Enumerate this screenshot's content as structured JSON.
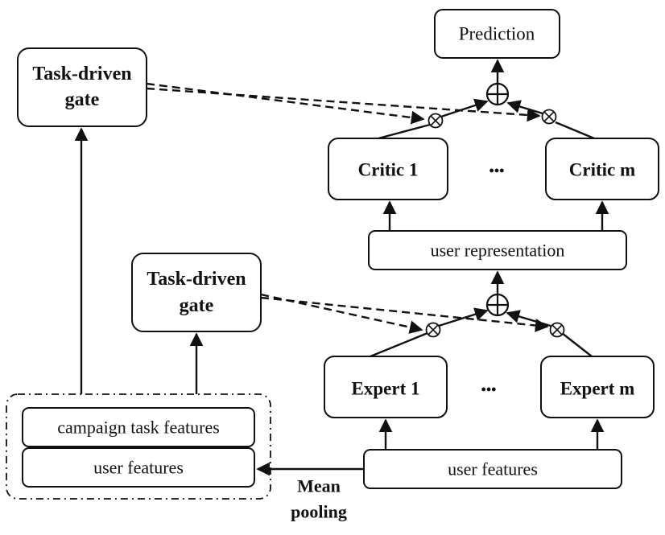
{
  "boxes": {
    "prediction": "Prediction",
    "gate_top_line1": "Task-driven",
    "gate_top_line2": "gate",
    "critic_1": "Critic 1",
    "critic_m": "Critic m",
    "critic_ellipsis": "•••",
    "user_representation": "user representation",
    "gate_mid_line1": "Task-driven",
    "gate_mid_line2": "gate",
    "expert_1": "Expert 1",
    "expert_m": "Expert m",
    "expert_ellipsis": "•••",
    "campaign_task_features": "campaign task features",
    "user_features_left": "user features",
    "user_features_right": "user features",
    "mean_pooling_line1": "Mean",
    "mean_pooling_line2": "pooling"
  },
  "symbols": {
    "sum": "⊕",
    "multiply": "⊗"
  }
}
